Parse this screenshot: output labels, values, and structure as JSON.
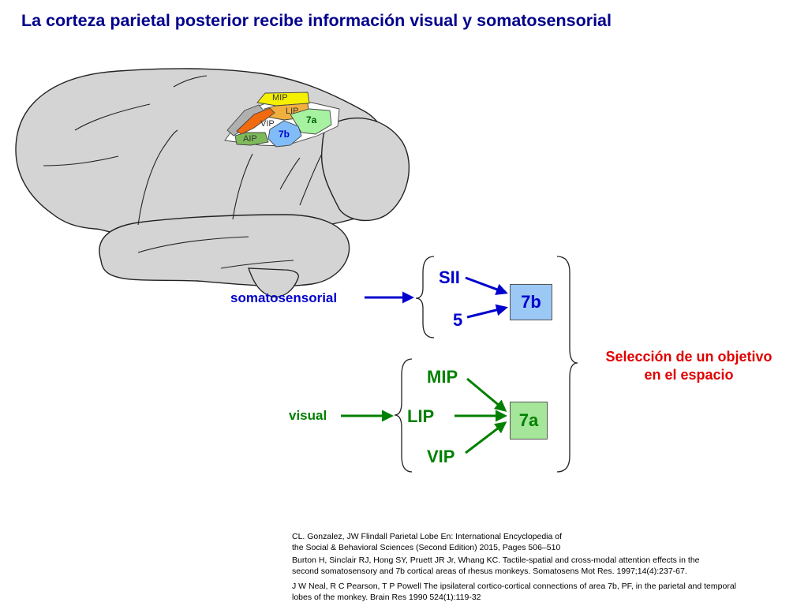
{
  "title": "La corteza parietal posterior recibe información visual y somatosensorial",
  "brain_areas": {
    "mip": "MIP",
    "lip": "LIP",
    "vip": "VIP",
    "aip": "AIP",
    "a7a": "7a",
    "a7b": "7b"
  },
  "somatosensory": {
    "input_label": "somatosensorial",
    "sources": [
      "SII",
      "5"
    ],
    "target": "7b"
  },
  "visual": {
    "input_label": "visual",
    "sources": [
      "MIP",
      "LIP",
      "VIP"
    ],
    "target": "7a"
  },
  "outcome": {
    "line1": "Selección de un objetivo",
    "line2": "en el espacio"
  },
  "colors": {
    "title": "#00008c",
    "somatosensory": "#0000cc",
    "visual": "#008000",
    "outcome": "#e00000",
    "box_7b": "#9cc8f5",
    "box_7a": "#a6e69a"
  },
  "references": [
    {
      "line1": "CL. Gonzalez, JW Flindall Parietal Lobe En: International Encyclopedia of",
      "line2": "the Social & Behavioral Sciences (Second Edition) 2015, Pages 506–510"
    },
    {
      "line1": "Burton H, Sinclair RJ, Hong SY, Pruett JR Jr, Whang KC. Tactile-spatial and cross-modal attention effects in the",
      "line2": "second somatosensory and 7b cortical areas of rhesus monkeys. Somatosens Mot Res. 1997;14(4):237-67."
    },
    {
      "line1": "J W Neal, R C Pearson, T P Powell The ipsilateral cortico-cortical connections of area 7b, PF, in the parietal and temporal",
      "line2": "lobes of the monkey. Brain Res 1990 524(1):119-32"
    }
  ]
}
